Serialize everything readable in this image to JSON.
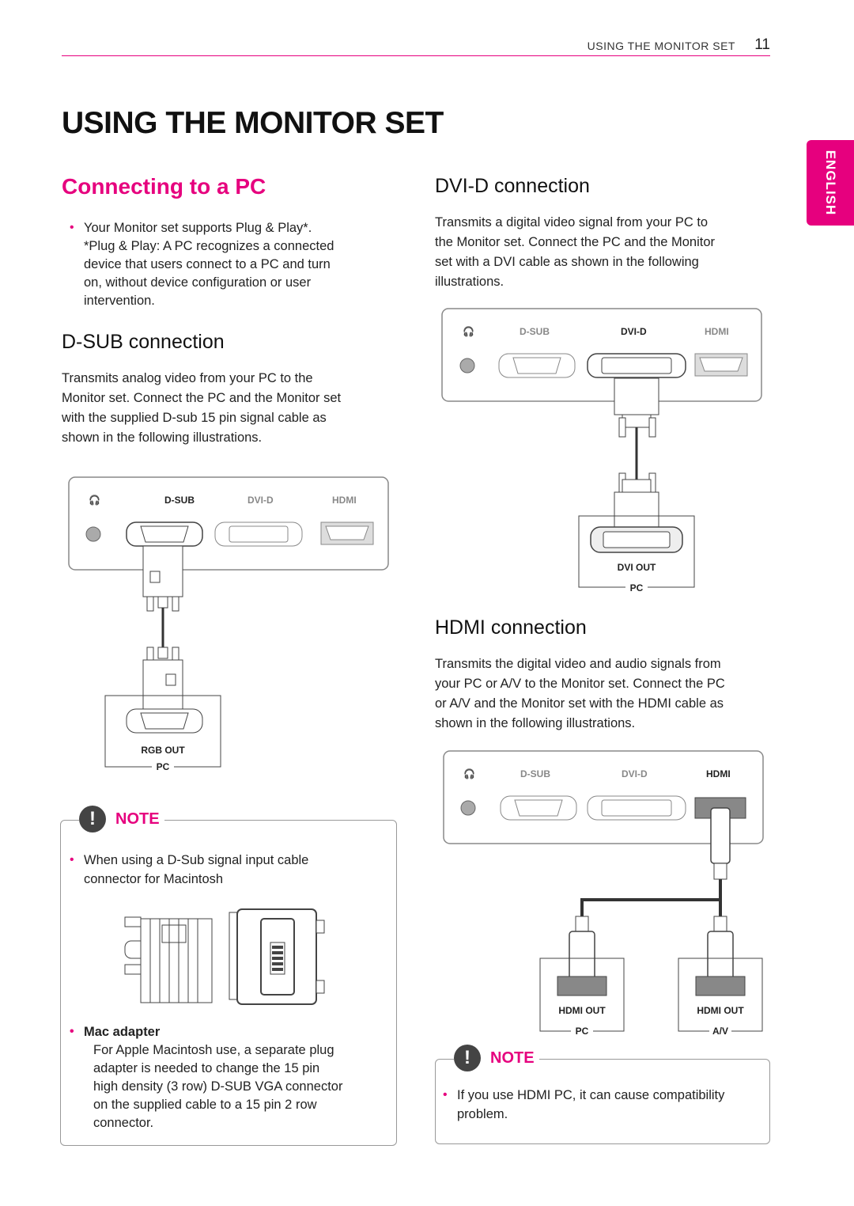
{
  "header": {
    "section_label": "USING THE MONITOR SET",
    "page_number": "11"
  },
  "page_title": "USING THE MONITOR SET",
  "language_tab": "ENGLISH",
  "left": {
    "heading": "Connecting to a PC",
    "bullet": "Your Monitor set supports Plug & Play*.",
    "bullet_note_lines": [
      "*Plug & Play:  A PC recognizes a connected",
      "device that users connect to a PC and turn",
      "on, without device configuration or user",
      "intervention."
    ],
    "dsub_heading": "D-SUB connection",
    "dsub_text_lines": [
      "Transmits analog video from your PC to the",
      "Monitor set. Connect the PC and the Monitor set",
      "with the supplied D-sub 15 pin signal cable as",
      "shown in the following illustrations."
    ]
  },
  "right": {
    "dvid_heading": "DVI-D connection",
    "dvid_text_lines": [
      "Transmits a digital video signal from your PC to",
      "the Monitor set. Connect the PC and the Monitor",
      "set with a DVI cable as shown in the following",
      "illustrations."
    ],
    "hdmi_heading": "HDMI connection",
    "hdmi_text_lines": [
      "Transmits the digital video and audio signals from",
      "your PC or A/V to the Monitor set. Connect the PC",
      "or A/V and the Monitor set with the HDMI cable as",
      "shown in the following illustrations."
    ]
  },
  "ports": {
    "dsub": "D-SUB",
    "dvid": "DVI-D",
    "hdmi": "HDMI"
  },
  "diagram_labels": {
    "rgb_out": "RGB OUT",
    "dvi_out": "DVI OUT",
    "hdmi_out": "HDMI OUT",
    "pc": "PC",
    "av": "A/V"
  },
  "note1": {
    "label": "NOTE",
    "bullet_lines": [
      "When using a D-Sub signal input cable",
      "connector for Macintosh"
    ],
    "sub_heading": "Mac adapter",
    "sub_text_lines": [
      "For Apple Macintosh use, a separate plug",
      "adapter is needed to change the 15 pin",
      "high density (3 row) D-SUB VGA connector",
      "on the supplied cable to a 15 pin 2 row",
      "connector."
    ]
  },
  "note2": {
    "label": "NOTE",
    "bullet_lines": [
      "If you use HDMI PC, it can cause compatibility",
      "problem."
    ]
  }
}
